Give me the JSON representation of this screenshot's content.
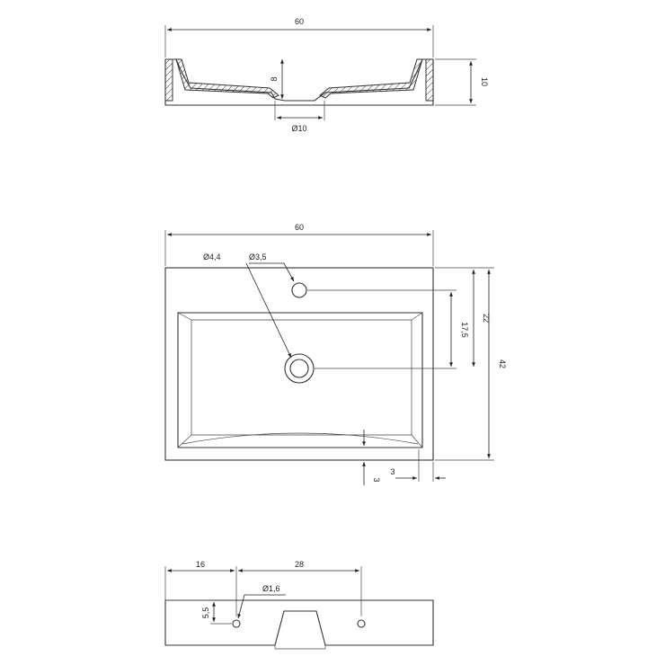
{
  "top_view": {
    "width_label": "60",
    "depth_label": "8",
    "height_label": "10",
    "drain_label": "Ø10"
  },
  "plan_view": {
    "width_label": "60",
    "drain_hole_label": "Ø4,4",
    "tap_hole_label": "Ø3,5",
    "tap_to_drain_label": "17,5",
    "drain_from_back_label": "22",
    "depth_label": "42",
    "rim_side_label": "3",
    "rim_front_label": "3"
  },
  "back_view": {
    "left_offset_label": "16",
    "spacing_label": "28",
    "small_hole_label": "Ø1,6",
    "hole_height_label": "5,5"
  }
}
